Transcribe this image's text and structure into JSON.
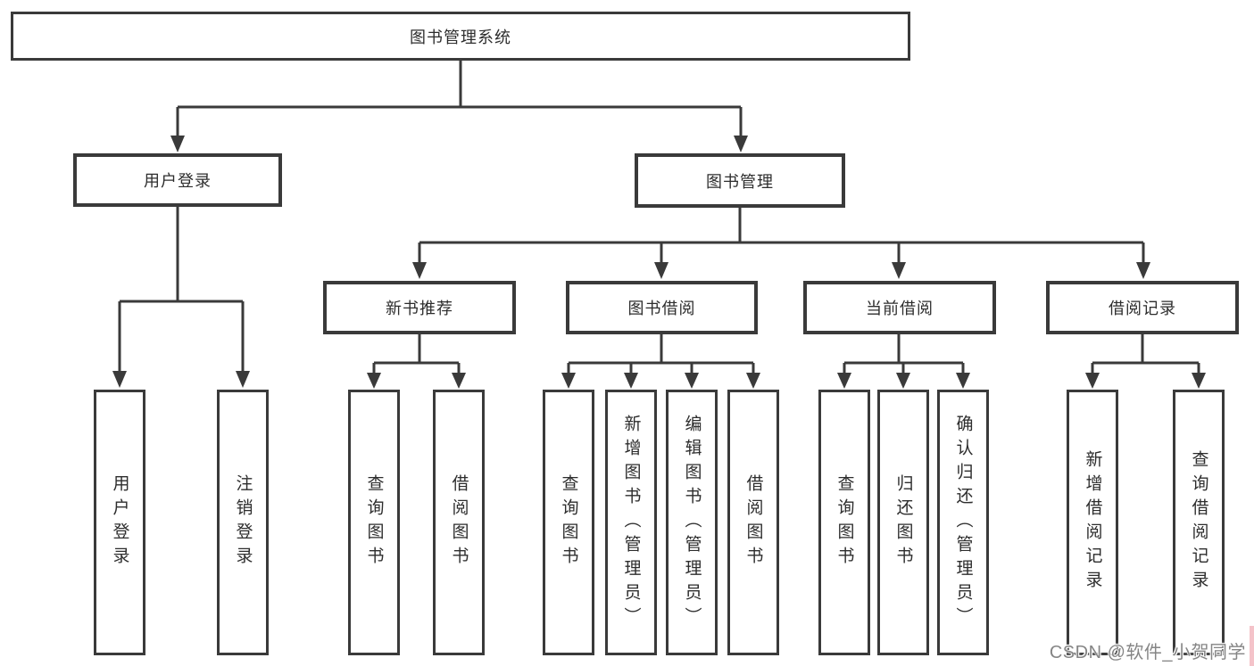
{
  "diagram": {
    "root": {
      "label": "图书管理系统"
    },
    "level2": [
      {
        "label": "用户登录"
      },
      {
        "label": "图书管理"
      }
    ],
    "level3": [
      {
        "label": "新书推荐"
      },
      {
        "label": "图书借阅"
      },
      {
        "label": "当前借阅"
      },
      {
        "label": "借阅记录"
      }
    ],
    "leaves": {
      "user_login": [
        "用户登录",
        "注销登录"
      ],
      "new_book": [
        "查询图书",
        "借阅图书"
      ],
      "book_borrow": [
        "查询图书",
        "新增图书（管理员）",
        "编辑图书（管理员）",
        "借阅图书"
      ],
      "current_borrow": [
        "查询图书",
        "归还图书",
        "确认归还（管理员）"
      ],
      "borrow_record": [
        "新增借阅记录",
        "查询借阅记录"
      ]
    }
  },
  "watermark": {
    "text": "CSDN @软件_小贺同学"
  },
  "colors": {
    "line": "#3a3a3a",
    "box_border": "#3a3a3a",
    "text": "#2d2d2d",
    "watermark_text": "#858585",
    "background": "#ffffff"
  }
}
